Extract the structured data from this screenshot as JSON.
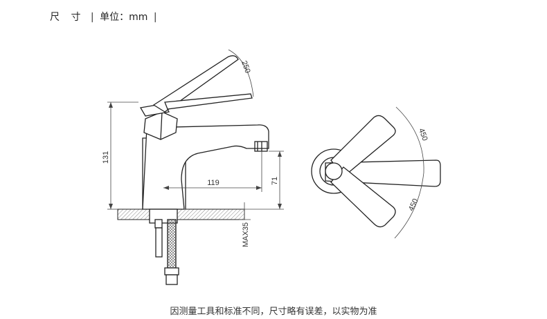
{
  "header": {
    "title": "尺 寸",
    "sep_left": "|",
    "unit": "单位：mm",
    "sep_right": "|"
  },
  "dimensions": {
    "height_total": "131",
    "spout_reach": "119",
    "spout_height": "71",
    "max_thickness": "MAX35",
    "lever_angle_side": "250",
    "lever_angle_top_1": "450",
    "lever_angle_top_2": "450"
  },
  "footer": {
    "note": "因测量工具和标准不同，尺寸略有误差，以实物为准"
  },
  "colors": {
    "line": "#222222",
    "dim_line": "#444444",
    "hatch": "#888888"
  }
}
